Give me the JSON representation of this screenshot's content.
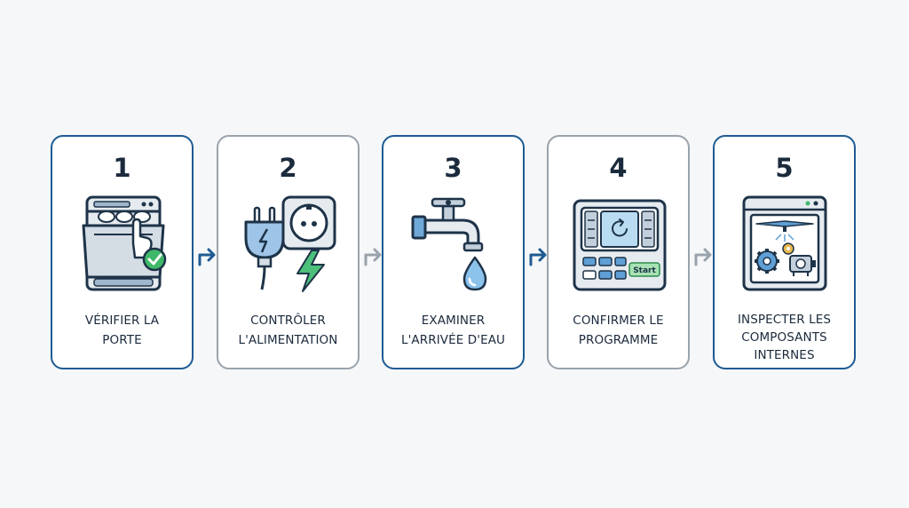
{
  "steps": [
    {
      "number": "1",
      "label": "VÉRIFIER LA\nPORTE",
      "icon": "dishwasher-check-icon",
      "border": "blue"
    },
    {
      "number": "2",
      "label": "CONTRÔLER\nL'ALIMENTATION",
      "icon": "plug-socket-power-icon",
      "border": "grey"
    },
    {
      "number": "3",
      "label": "EXAMINER\nL'ARRIVÉE D'EAU",
      "icon": "water-tap-icon",
      "border": "blue"
    },
    {
      "number": "4",
      "label": "CONFIRMER LE\nPROGRAMME",
      "icon": "control-panel-icon",
      "border": "grey",
      "button_text": "Start"
    },
    {
      "number": "5",
      "label": "INSPECTER LES\nCOMPOSANTS\nINTERNES",
      "icon": "internal-components-icon",
      "border": "blue"
    }
  ],
  "colors": {
    "navy": "#1e5b93",
    "grey_border": "#9aa3ab",
    "text": "#1b2a3c",
    "blue_fill": "#b9d7ee",
    "green": "#3fb86a",
    "light_fill": "#e6ebf0",
    "background": "#f5f7f9"
  }
}
